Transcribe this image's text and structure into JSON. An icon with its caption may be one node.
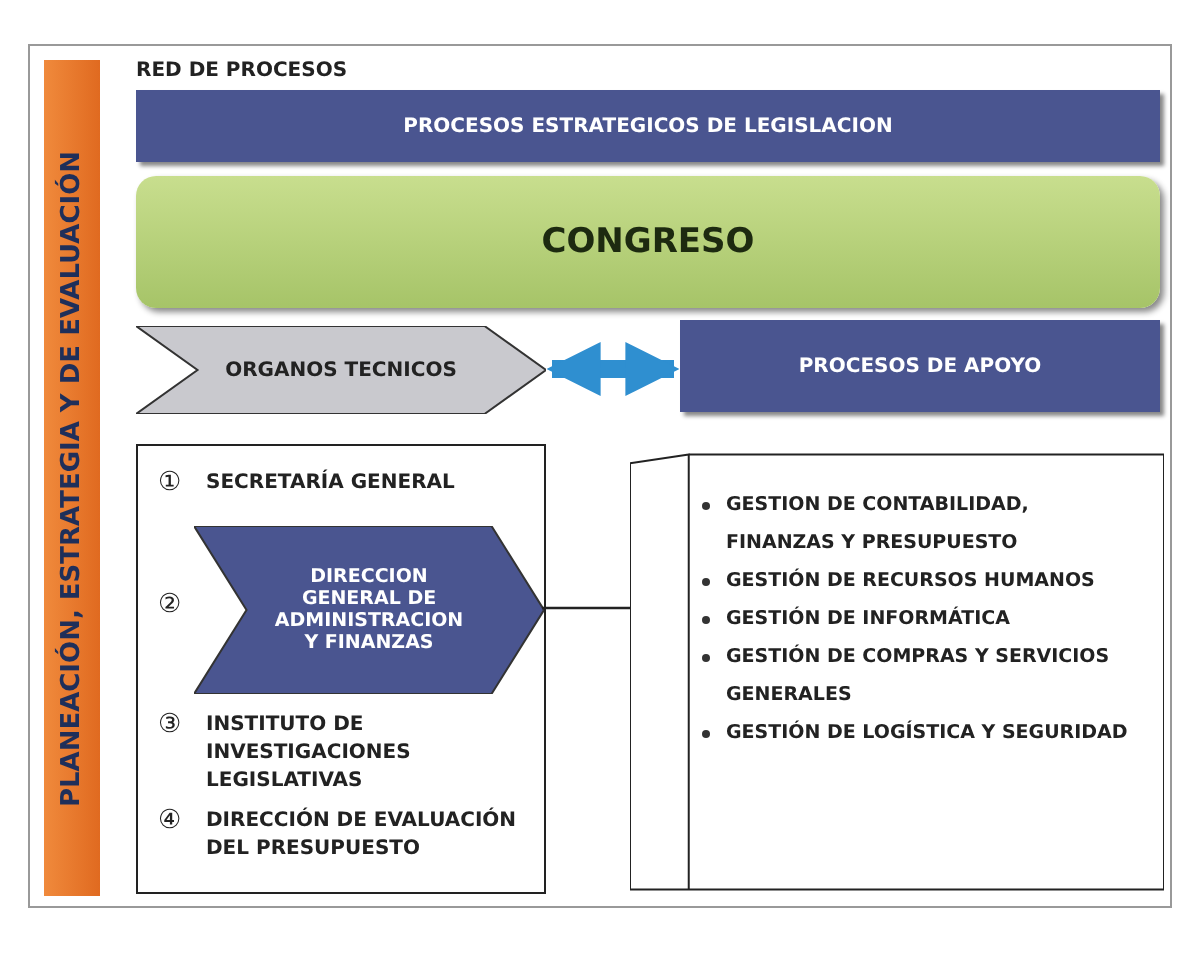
{
  "diagram": {
    "title": "RED DE PROCESOS",
    "nodes": [
      {
        "text": [
          "PLANEACIÓN, ESTRATEGIA Y DE EVALUACIÓN"
        ]
      },
      {
        "text": [
          "PROCESOS ESTRATEGICOS DE LEGISLACION"
        ]
      },
      {
        "text": [
          "CONGRESO"
        ]
      },
      {
        "text": [
          "ORGANOS TECNICOS"
        ]
      },
      {
        "text": [
          "PROCESOS DE APOYO"
        ]
      },
      {
        "text": [],
        "shape": "box"
      },
      {
        "text": [
          "DIRECCION GENERAL DE ADMINISTRACION Y FINANZAS"
        ],
        "in": 5,
        "beside": [
          "②"
        ]
      },
      {
        "text": [
          "GESTION DE CONTABILIDAD, FINANZAS Y PRESUPUESTO",
          "GESTIÓN DE RECURSOS HUMANOS",
          "GESTIÓN DE INFORMÁTICA",
          "GESTIÓN DE COMPRAS Y SERVICIOS GENERALES",
          "GESTIÓN DE LOGÍSTICA Y SEGURIDAD"
        ]
      }
    ],
    "edges": [
      {
        "from": 3,
        "to": 4,
        "arrow": "both",
        "style": "thick",
        "color": "#2f8fd0"
      },
      {
        "from": 6,
        "to": 7,
        "arrow": "none",
        "color": "#222222"
      }
    ],
    "labels": [
      "①",
      "SECRETARÍA GENERAL",
      "③",
      "INSTITUTO DE INVESTIGACIONES LEGISLATIVAS",
      "④",
      "DIRECCIÓN DE EVALUACIÓN DEL PRESUPUESTO"
    ]
  }
}
